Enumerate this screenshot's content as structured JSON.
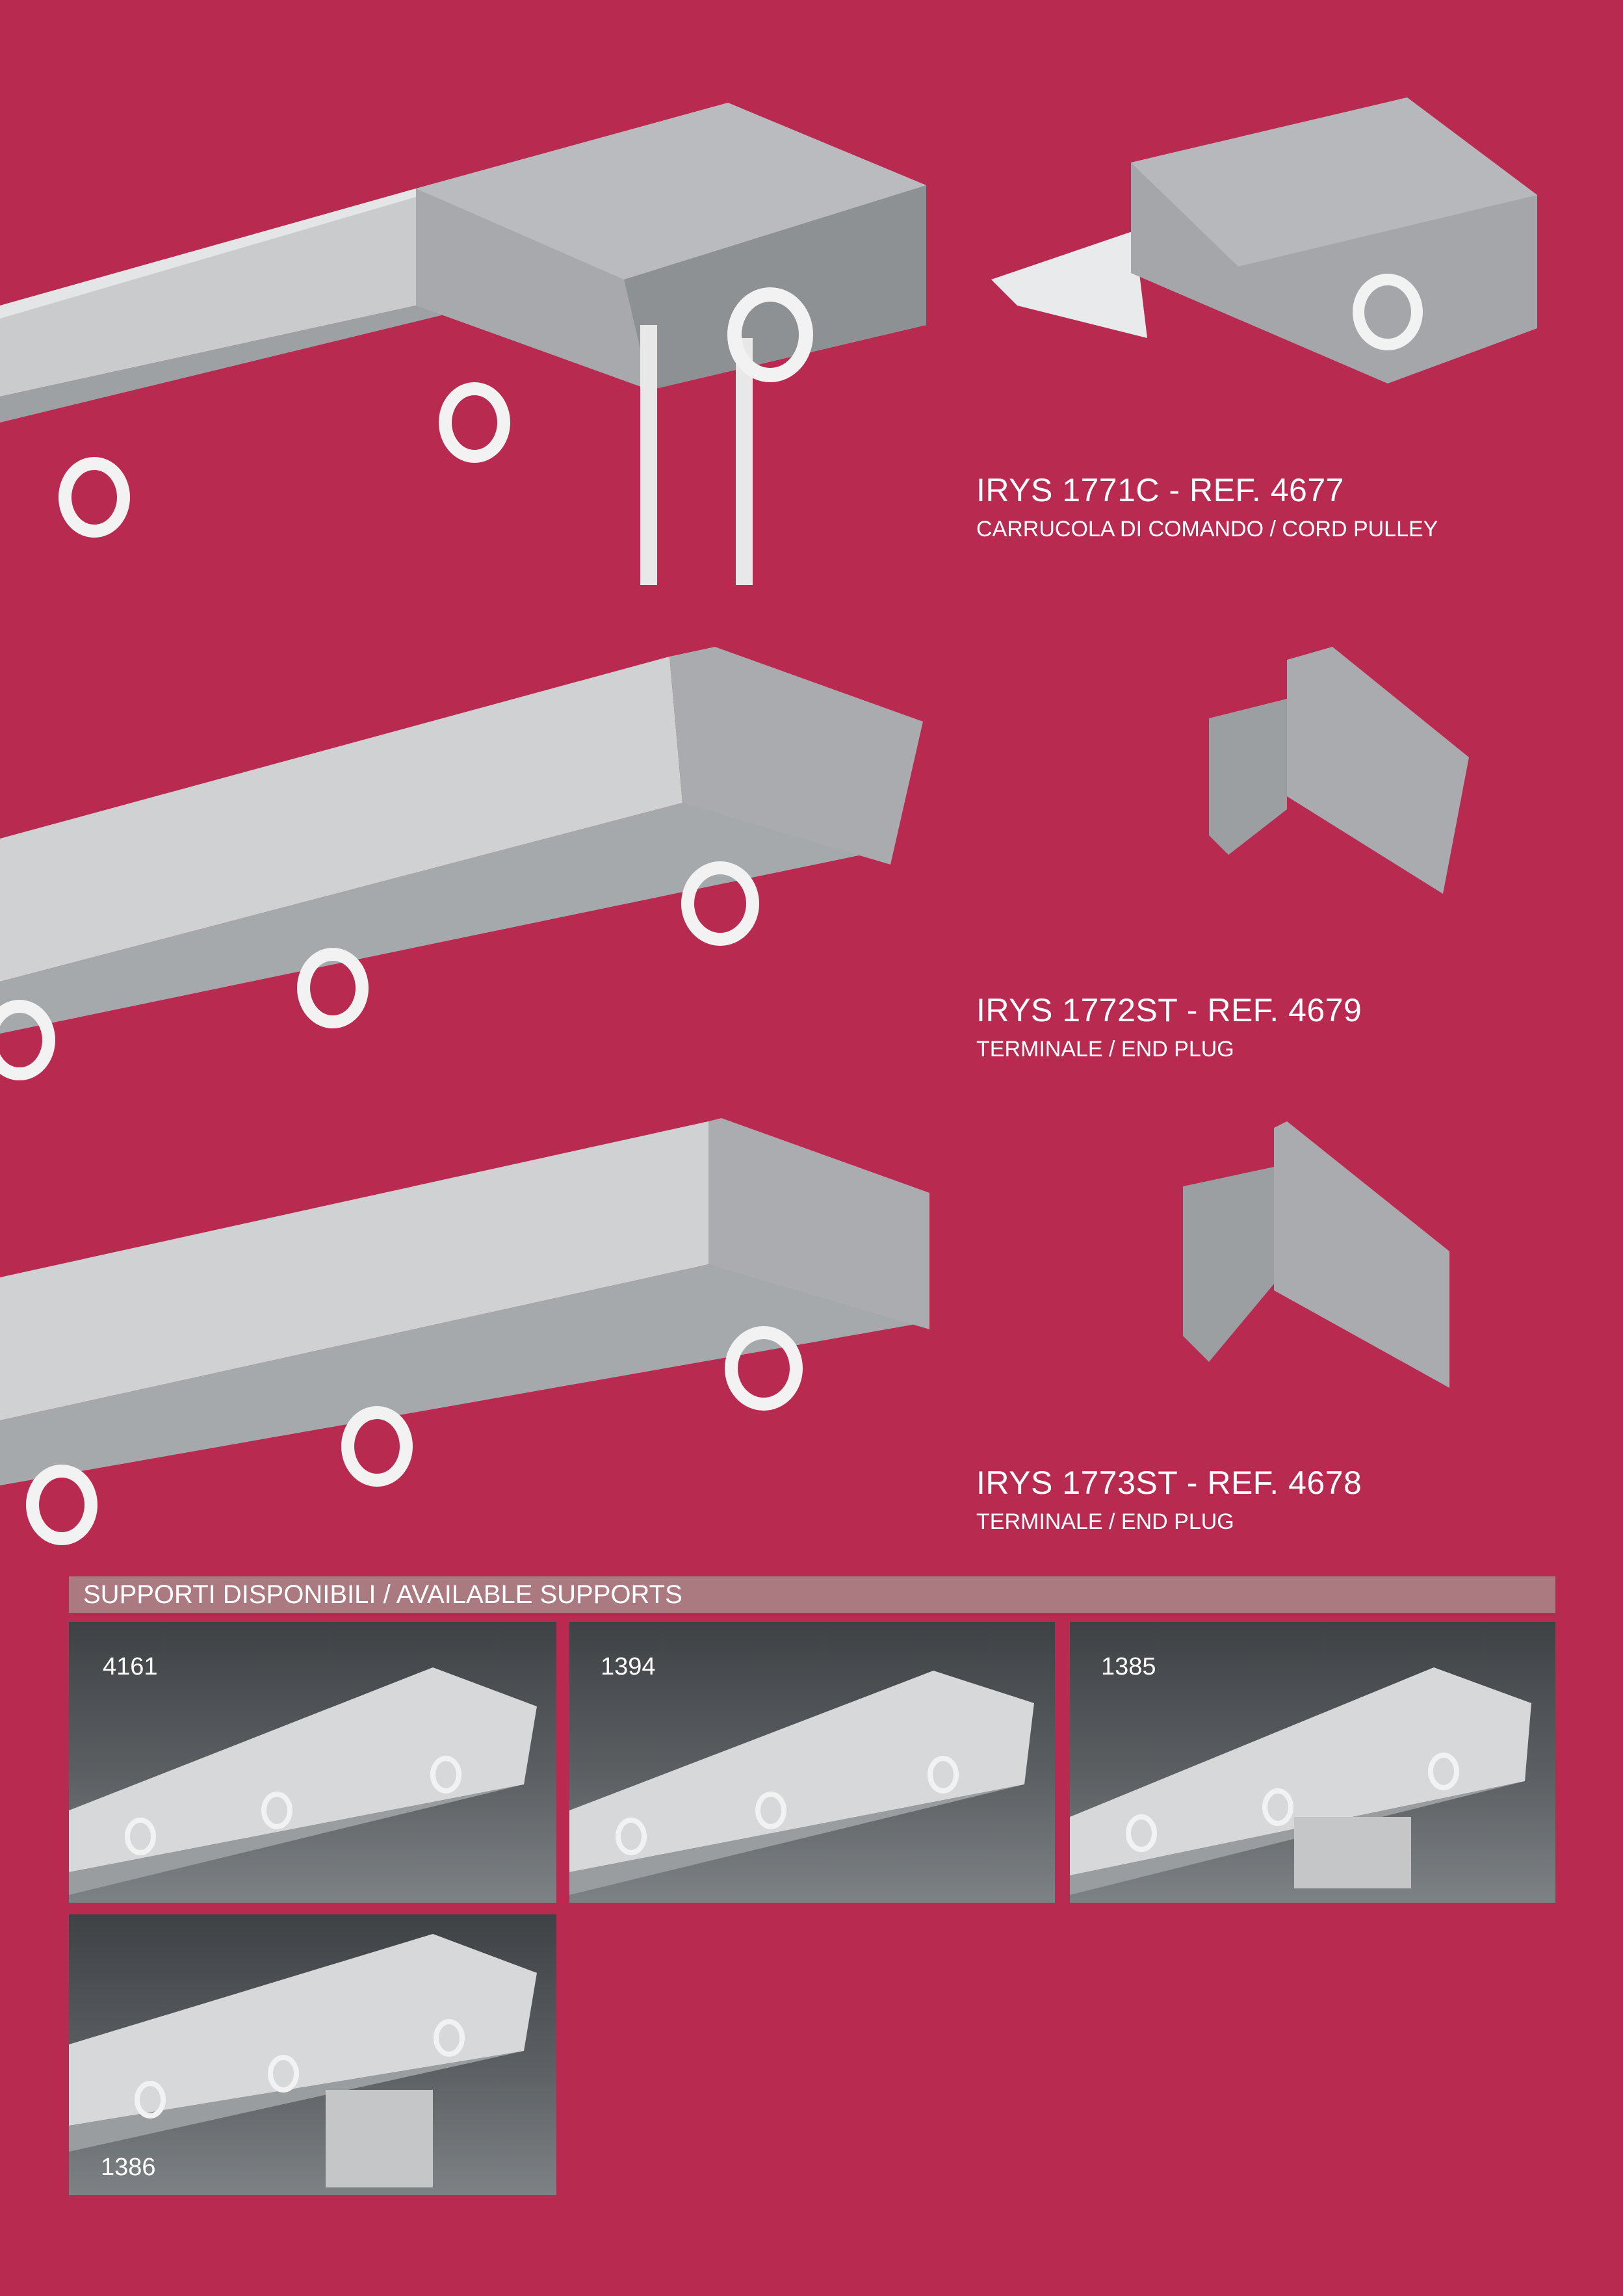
{
  "products": [
    {
      "title": "IRYS 1771C - REF. 4677",
      "subtitle": "CARRUCOLA DI COMANDO / CORD PULLEY"
    },
    {
      "title": "IRYS 1772ST - REF. 4679",
      "subtitle": "TERMINALE / END PLUG"
    },
    {
      "title": "IRYS 1773ST - REF. 4678",
      "subtitle": "TERMINALE / END PLUG"
    }
  ],
  "supports": {
    "heading": "SUPPORTI DISPONIBILI / AVAILABLE SUPPORTS",
    "items": [
      {
        "code": "4161"
      },
      {
        "code": "1394"
      },
      {
        "code": "1385"
      },
      {
        "code": "1386"
      }
    ]
  },
  "colors": {
    "background": "#B92A51",
    "heading_bar": "#AB7A80"
  }
}
